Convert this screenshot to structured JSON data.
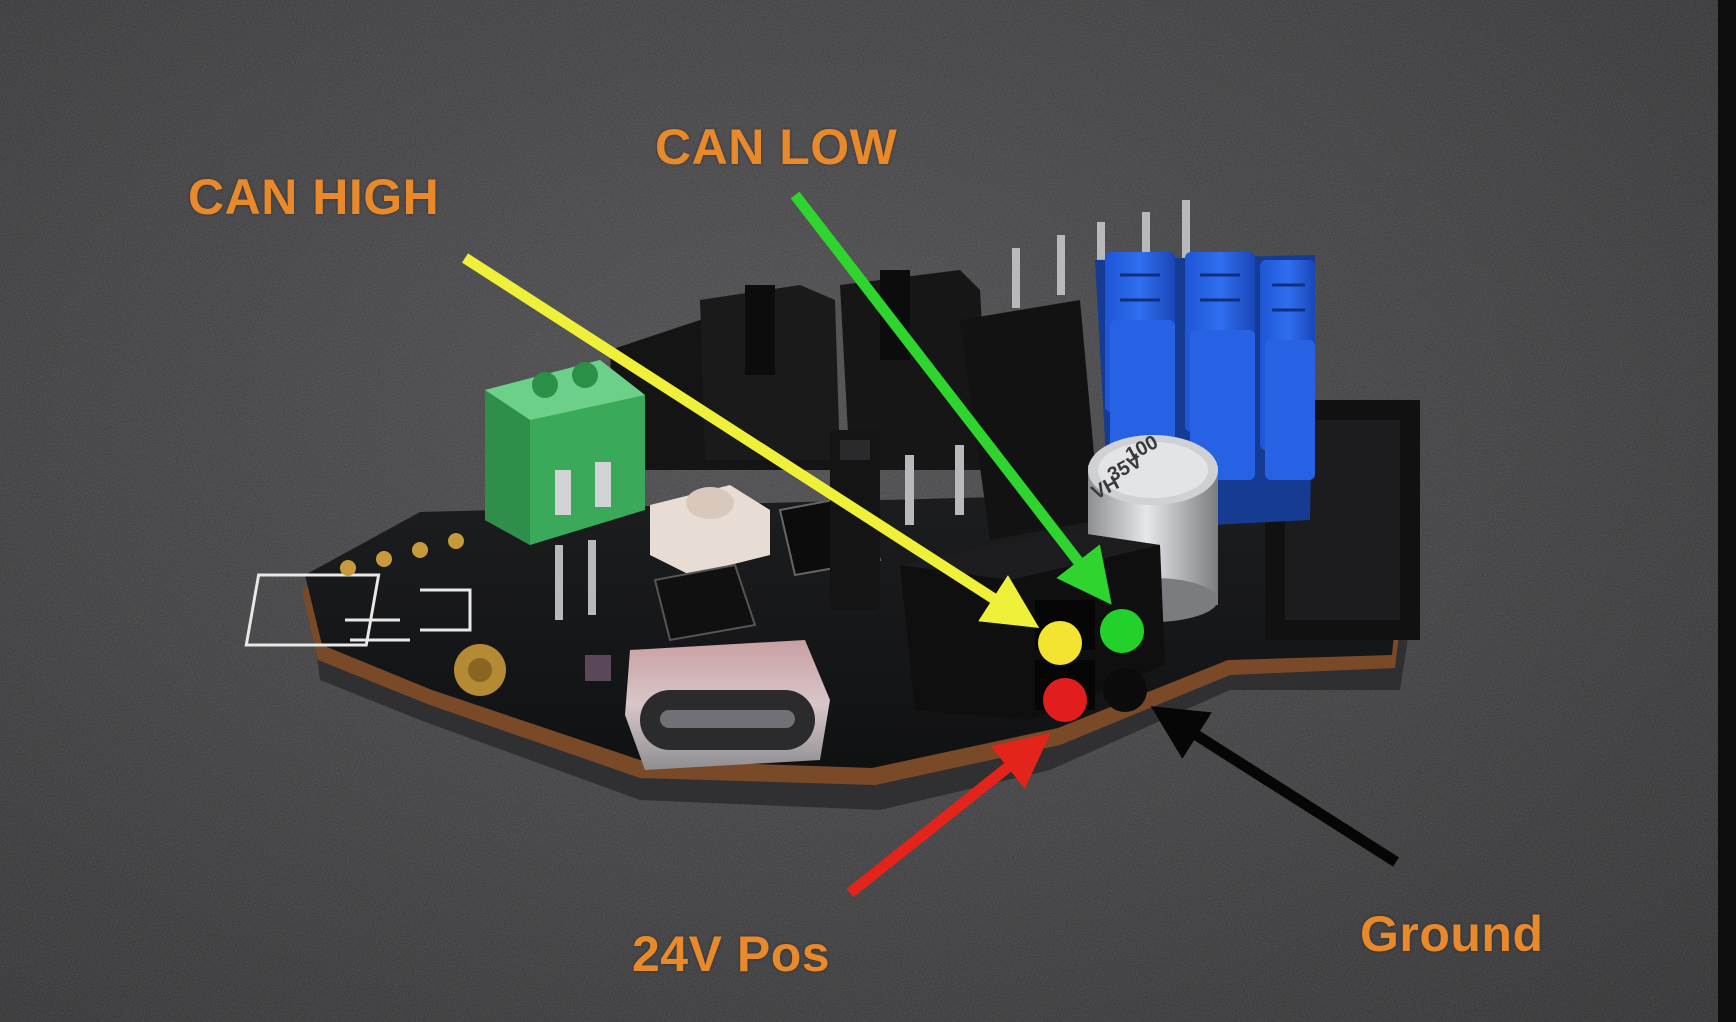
{
  "annotations": {
    "can_high": {
      "text": "CAN HIGH",
      "dot_color": "#f2e431",
      "arrow_color": "#eef03a"
    },
    "can_low": {
      "text": "CAN LOW",
      "dot_color": "#22d12a",
      "arrow_color": "#2fd42e"
    },
    "pos_24v": {
      "text": "24V Pos",
      "dot_color": "#e11d1d",
      "arrow_color": "#e2241b"
    },
    "ground": {
      "text": "Ground",
      "dot_color": "#0b0b0b",
      "arrow_color": "#060606"
    }
  },
  "label_color": "#e8892b",
  "pcb_markings": {
    "capacitor_line1": "100",
    "capacitor_line2": "35V",
    "capacitor_line3": "VH"
  }
}
